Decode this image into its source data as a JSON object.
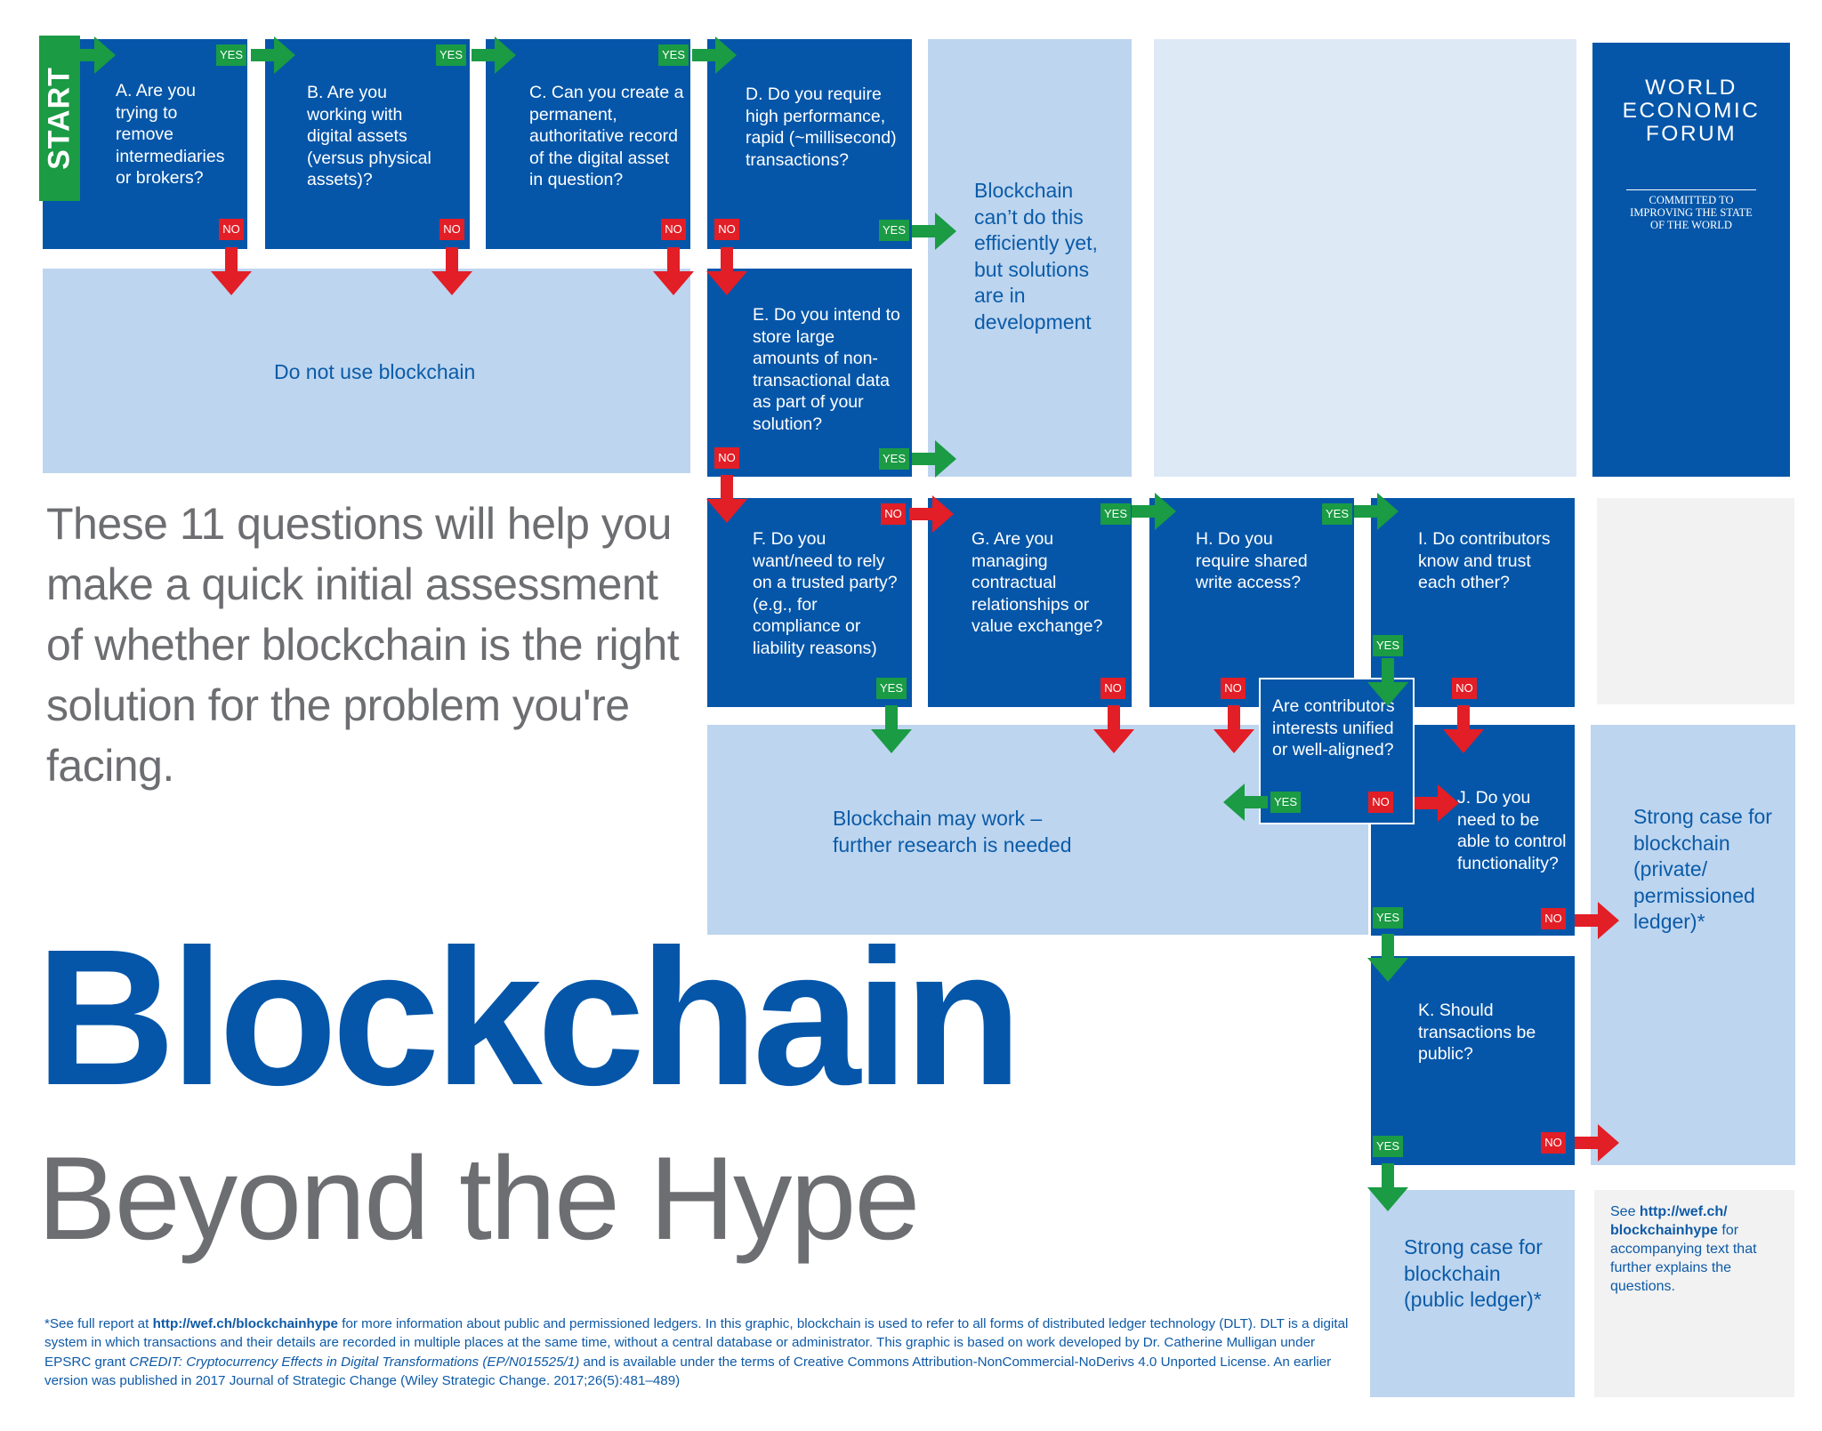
{
  "start_label": "START",
  "questions": {
    "a": "A. Are you trying to remove intermediaries or brokers?",
    "b": "B. Are you working with digital assets (versus physical assets)?",
    "c": "C. Can you create a permanent, authoritative record of the digital  asset in question?",
    "d": "D. Do you require high performance, rapid (~millisecond) transactions?",
    "e": "E. Do you intend to store large amounts of non-transactional data as part of your solution?",
    "f": "F. Do you want/need to rely on a trusted party? (e.g., for compliance or liability reasons)",
    "g": "G. Are you managing contractual relationships or value exchange?",
    "h": "H. Do you require shared write access?",
    "i": "I. Do contributors know and trust each other?",
    "interests": "Are contributors interests unified or well-aligned?",
    "j": "J. Do you need to be able to control functionality?",
    "k": "K. Should transactions be public?"
  },
  "results": {
    "do_not_use": "Do not use blockchain",
    "cant_yet": "Blockchain can’t do this efficiently yet, but solutions are in development",
    "may_work": "Blockchain may work – further research is needed",
    "private": "Strong case for blockchain (private/ permissioned ledger)*",
    "public": "Strong case for blockchain (public ledger)*"
  },
  "labels": {
    "yes": "YES",
    "no": "NO"
  },
  "intro_text": "These 11 questions will help you make a quick initial assessment of whether blockchain is the right solution for the problem you're facing.",
  "title_main": "Blockchain",
  "title_sub": "Beyond the Hype",
  "org": {
    "name_line1": "WORLD",
    "name_line2": "ECONOMIC",
    "name_line3": "FORUM",
    "tagline_line1": "COMMITTED TO",
    "tagline_line2": "IMPROVING THE STATE",
    "tagline_line3": "OF THE WORLD"
  },
  "see_note": {
    "prefix": "See ",
    "link": "http://wef.ch/ blockchainhype",
    "suffix": " for accompanying text that further explains the questions."
  },
  "footnote": {
    "p1": "*See full report at ",
    "link": "http://wef.ch/blockchainhype",
    "p2": " for more information about public and permissioned ledgers. In this graphic, blockchain is used to refer to all forms of distributed ledger technology (DLT). DLT is a digital system in which transactions and their details are recorded in multiple places at the same time, without a central database or administrator. This graphic is based on work developed by Dr. Catherine Mulligan under EPSRC grant ",
    "grant": "CREDIT: Cryptocurrency Effects in Digital Transformations (EP/N015525/1)",
    "p3": " and is available under the terms of Creative Commons Attribution-NonCommercial-NoDerivs 4.0 Unported License. An earlier version was published in 2017 Journal of Strategic Change (Wiley Strategic Change. 2017;26(5):481–489)"
  },
  "colors": {
    "dark_blue": "#0556a9",
    "light_blue": "#bdd5ef",
    "pale_blue": "#dee9f6",
    "grey": "#f2f2f2",
    "yes_green": "#1a9b44",
    "no_red": "#e21e26",
    "text_grey": "#6d6e71"
  }
}
